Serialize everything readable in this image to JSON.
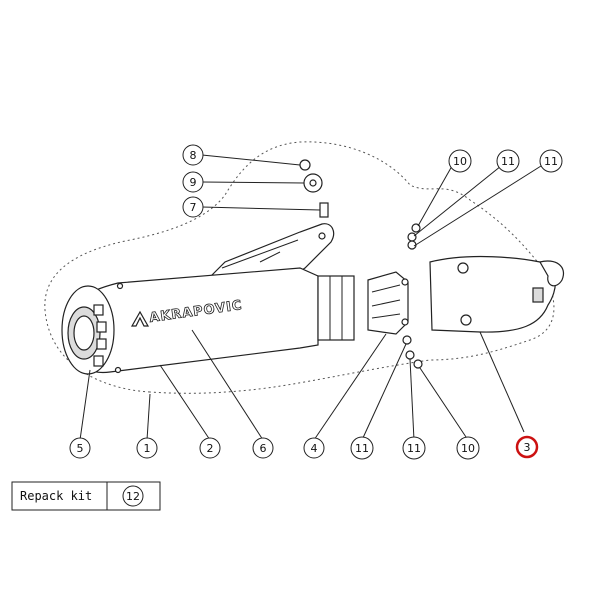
{
  "brand_text": "AKRAPOVIC",
  "highlight_color": "#cc1111",
  "callouts": [
    {
      "id": "c8a",
      "label": "8"
    },
    {
      "id": "c9a",
      "label": "9"
    },
    {
      "id": "c7a",
      "label": "7"
    },
    {
      "id": "c10a",
      "label": "10"
    },
    {
      "id": "c11a",
      "label": "11"
    },
    {
      "id": "c11b",
      "label": "11"
    },
    {
      "id": "c5",
      "label": "5"
    },
    {
      "id": "c1",
      "label": "1"
    },
    {
      "id": "c2",
      "label": "2"
    },
    {
      "id": "c6",
      "label": "6"
    },
    {
      "id": "c4",
      "label": "4"
    },
    {
      "id": "c11c",
      "label": "11"
    },
    {
      "id": "c11d",
      "label": "11"
    },
    {
      "id": "c10b",
      "label": "10"
    },
    {
      "id": "c3",
      "label": "3",
      "highlighted": true
    }
  ],
  "repack_kit": {
    "label": "Repack kit",
    "number": "12"
  }
}
